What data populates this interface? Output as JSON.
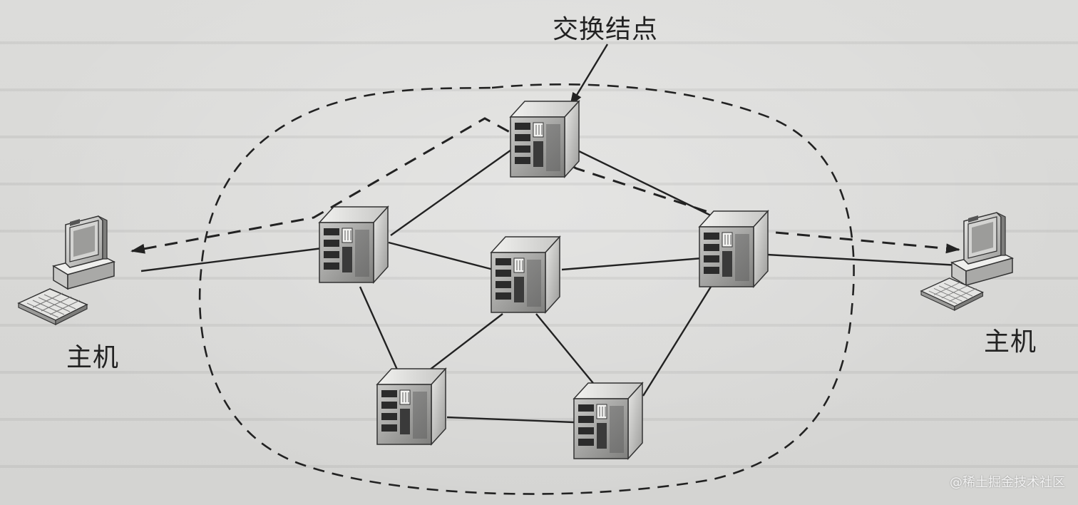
{
  "labels": {
    "switching_node": "交换结点",
    "host_left": "主机",
    "host_right": "主机"
  },
  "watermark": "@稀土掘金技术社区",
  "colors": {
    "background": "#d9d9d7",
    "ink": "#222222",
    "node_light": "#e6e6e4",
    "node_mid": "#bdbdbb",
    "node_dark": "#8d8d8b"
  },
  "icons": [
    "switch-node-icon",
    "computer-icon",
    "keyboard-icon",
    "arrowhead-icon"
  ]
}
